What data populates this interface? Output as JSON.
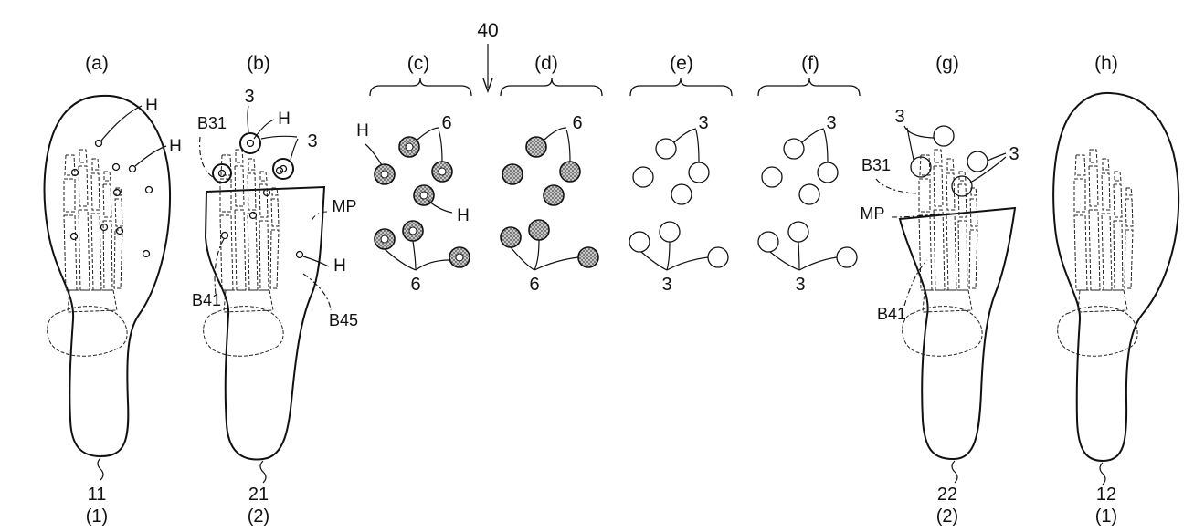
{
  "panels": {
    "a": {
      "label": "(a)",
      "number": "11",
      "sub": "(1)"
    },
    "b": {
      "label": "(b)",
      "number": "21",
      "sub": "(2)"
    },
    "c": {
      "label": "(c)"
    },
    "d": {
      "label": "(d)"
    },
    "e": {
      "label": "(e)"
    },
    "f": {
      "label": "(f)"
    },
    "g": {
      "label": "(g)",
      "number": "22",
      "sub": "(2)"
    },
    "h": {
      "label": "(h)",
      "number": "12",
      "sub": "(1)"
    }
  },
  "arrow_label": "40",
  "refs": {
    "H": "H",
    "B31": "B31",
    "B41": "B41",
    "B45": "B45",
    "MP": "MP",
    "three": "3",
    "six": "6"
  },
  "colors": {
    "ink": "#111111",
    "stipple": "#9a9a9a",
    "background": "#ffffff"
  }
}
